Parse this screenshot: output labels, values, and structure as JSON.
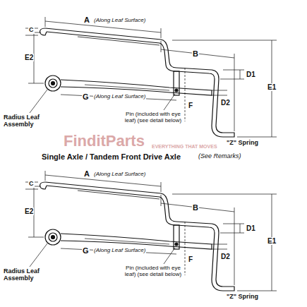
{
  "diagram": {
    "labels": [
      "A",
      "(Along Leaf Surface)",
      "B",
      "C",
      "E2",
      "D1",
      "E1",
      "D2",
      "G",
      "(Along Leaf Surface)",
      "F",
      "Radius Leaf Assembly",
      "Pin (included with eye leaf) (see detail below)",
      "\"Z\" Spring",
      "Single Axle / Tandem Front Drive Axle",
      "(See Remarks)",
      "A",
      "(Along Leaf Surface)",
      "B",
      "C",
      "E2",
      "D1",
      "E1",
      "D2",
      "G",
      "(Along Leaf Surface)",
      "F",
      "Radius Leaf Assembly",
      "Pin (included with eye leaf) (see detail below)",
      "\"Z\" Spring",
      "FinditParts",
      "EVERYTHING THAT MOVES"
    ]
  }
}
